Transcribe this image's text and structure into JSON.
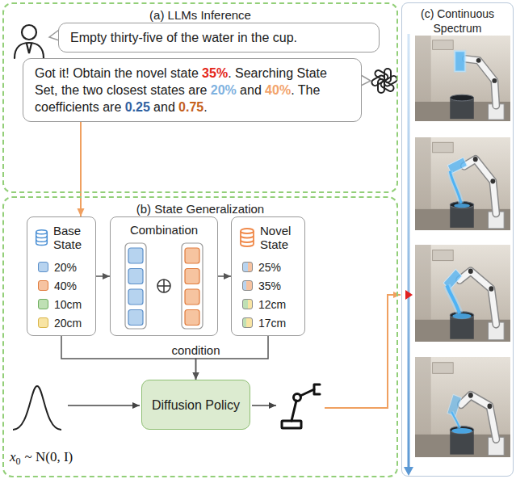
{
  "diagram": {
    "nodes": [
      {
        "text": [
          "(a) LLMs Inference"
        ]
      },
      {
        "text": [
          "Empty thirty-five of the water in the cup."
        ],
        "in": 0
      },
      {
        "text": [
          "Got it! Obtain the novel state",
          "35%",
          ". Searching State Set, the two closest states are",
          "20%",
          "and",
          "40%",
          ". The coefficients are",
          "0.25",
          "and",
          "0.75",
          "."
        ],
        "in": 0
      },
      {
        "text": [
          "(b) State Generalization"
        ]
      },
      {
        "text": [
          "Base State",
          "20%",
          "40%",
          "10cm",
          "20cm"
        ],
        "in": 3
      },
      {
        "text": [
          "Combination"
        ],
        "in": 3
      },
      {
        "text": [
          "Novel State",
          "25%",
          "35%",
          "12cm",
          "17cm"
        ],
        "in": 3
      },
      {
        "text": [
          "Diffusion Policy"
        ],
        "in": 3
      },
      {
        "text": [
          "(c) Continuous Spectrum"
        ]
      }
    ],
    "edges": [
      {
        "from": 2,
        "to": 4,
        "arrow": "to"
      },
      {
        "from": 4,
        "to": 5,
        "arrow": "to"
      },
      {
        "from": 5,
        "to": 6,
        "arrow": "to"
      },
      {
        "from": 4,
        "to": 7,
        "arrow": "to",
        "label": "condition"
      },
      {
        "from": 6,
        "to": 7,
        "arrow": "to"
      }
    ],
    "labels": [
      "x",
      "0",
      "~ N(0, I)"
    ]
  }
}
